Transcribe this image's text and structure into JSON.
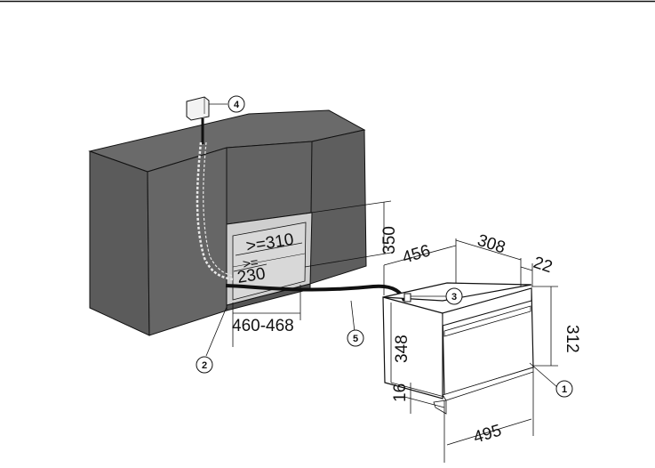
{
  "dimensions": {
    "d350": "350",
    "d310": ">=310",
    "d230": ">=\n230",
    "d230_top": ">=",
    "d230_num": "230",
    "d460": "460-468",
    "d456": "456",
    "d308": "308",
    "d22": "22",
    "d312": "312",
    "d348": "348",
    "d16": "16",
    "d495": "495"
  },
  "callouts": {
    "c1": "1",
    "c2": "2",
    "c3": "3",
    "c4": "4",
    "c5": "5"
  },
  "colors": {
    "cabinet": "#5f5f5f",
    "cabinet_dark": "#4e4e4e",
    "niche": "#cfcfcf",
    "appliance": "#ffffff",
    "line": "#111111"
  }
}
